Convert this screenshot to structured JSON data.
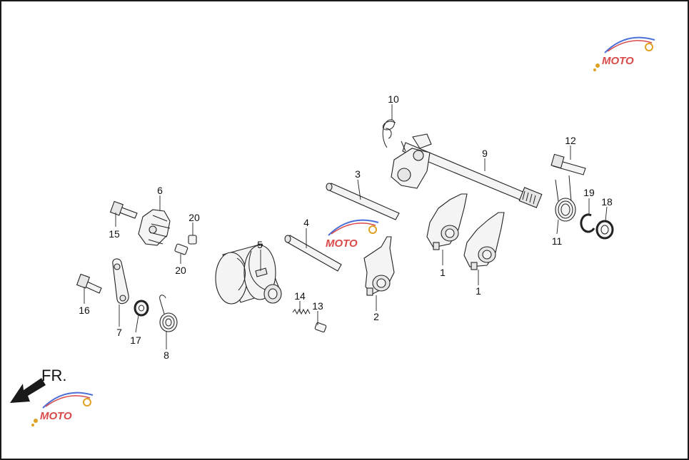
{
  "diagram": {
    "direction_label": "FR.",
    "watermark": {
      "text": "MOTO",
      "subtext": "",
      "color_primary": "#d94a4a",
      "color_secondary": "#4a6fd9"
    },
    "callouts": [
      {
        "id": "c1a",
        "label": "1"
      },
      {
        "id": "c1b",
        "label": "1"
      },
      {
        "id": "c2",
        "label": "2"
      },
      {
        "id": "c3",
        "label": "3"
      },
      {
        "id": "c4",
        "label": "4"
      },
      {
        "id": "c5",
        "label": "5"
      },
      {
        "id": "c6",
        "label": "6"
      },
      {
        "id": "c7",
        "label": "7"
      },
      {
        "id": "c8",
        "label": "8"
      },
      {
        "id": "c9",
        "label": "9"
      },
      {
        "id": "c10",
        "label": "10"
      },
      {
        "id": "c11",
        "label": "11"
      },
      {
        "id": "c12",
        "label": "12"
      },
      {
        "id": "c13",
        "label": "13"
      },
      {
        "id": "c14",
        "label": "14"
      },
      {
        "id": "c15",
        "label": "15"
      },
      {
        "id": "c16",
        "label": "16"
      },
      {
        "id": "c17",
        "label": "17"
      },
      {
        "id": "c18",
        "label": "18"
      },
      {
        "id": "c19",
        "label": "19"
      },
      {
        "id": "c20a",
        "label": "20"
      },
      {
        "id": "c20b",
        "label": "20"
      }
    ]
  }
}
